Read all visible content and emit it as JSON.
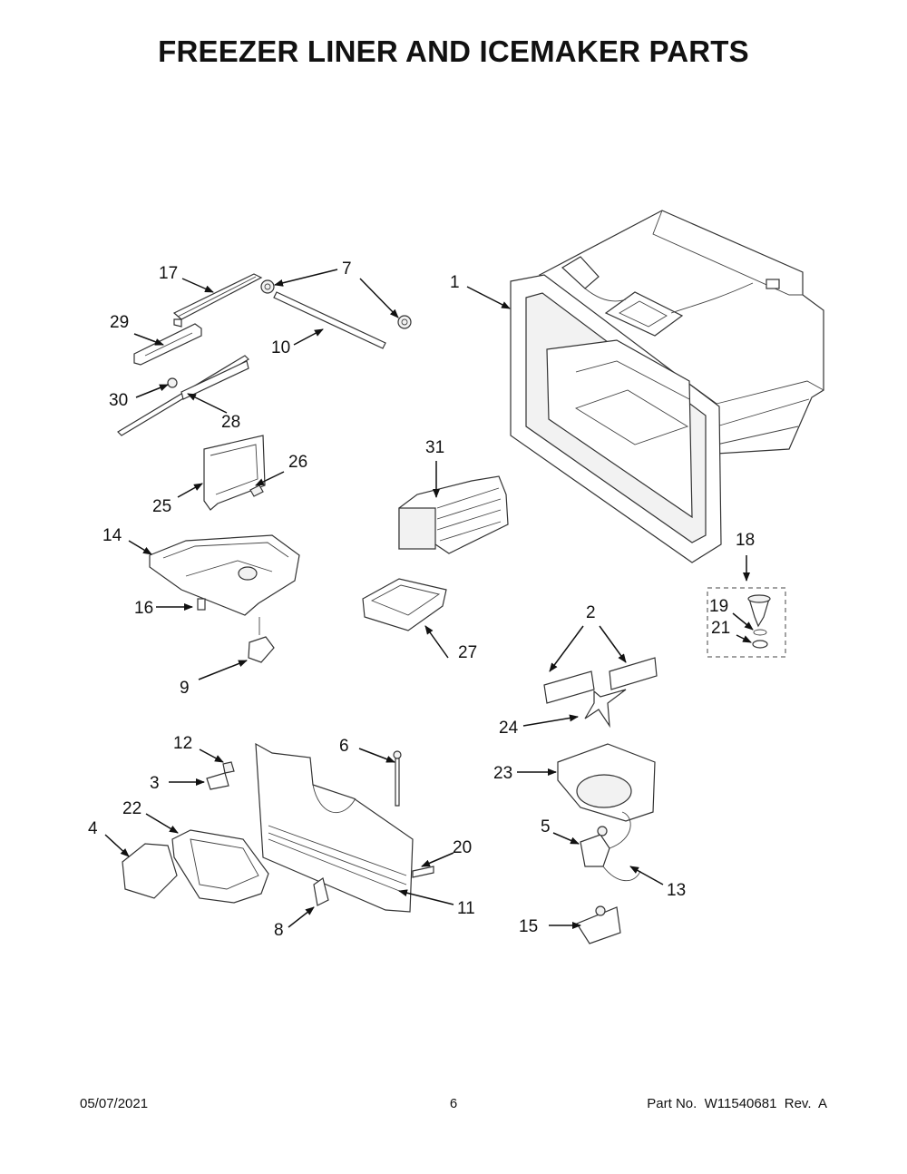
{
  "header": {
    "title": "FREEZER LINER AND ICEMAKER PARTS"
  },
  "footer": {
    "date": "05/07/2021",
    "page": "6",
    "part_no": "Part No.  W11540681  Rev.  A"
  },
  "callouts": {
    "c1": "1",
    "c2": "2",
    "c3": "3",
    "c4": "4",
    "c5": "5",
    "c6": "6",
    "c7": "7",
    "c8": "8",
    "c9": "9",
    "c10": "10",
    "c11": "11",
    "c12": "12",
    "c13": "13",
    "c14": "14",
    "c15": "15",
    "c16": "16",
    "c17": "17",
    "c18": "18",
    "c19": "19",
    "c20": "20",
    "c21": "21",
    "c22": "22",
    "c23": "23",
    "c24": "24",
    "c25": "25",
    "c26": "26",
    "c27": "27",
    "c28": "28",
    "c29": "29",
    "c30": "30",
    "c31": "31"
  }
}
